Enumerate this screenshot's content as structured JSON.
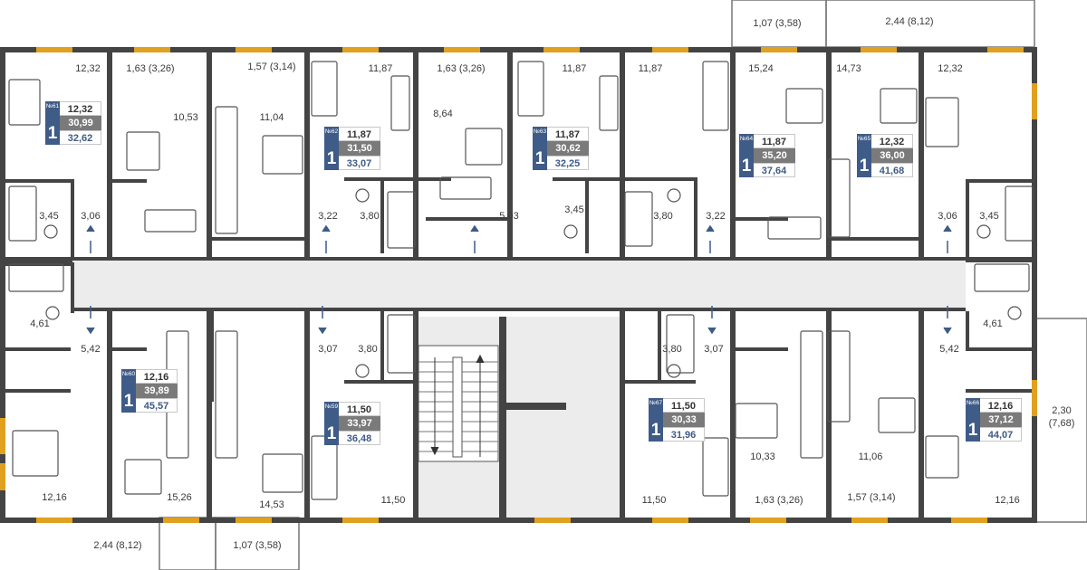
{
  "apartments": [
    {
      "no": "№61",
      "rooms": "1",
      "living": "12,32",
      "total": "30,99",
      "area_with_balcony": "32,62"
    },
    {
      "no": "№62",
      "rooms": "1",
      "living": "11,87",
      "total": "31,50",
      "area_with_balcony": "33,07"
    },
    {
      "no": "№63",
      "rooms": "1",
      "living": "11,87",
      "total": "30,62",
      "area_with_balcony": "32,25"
    },
    {
      "no": "№64",
      "rooms": "1",
      "living": "11,87",
      "total": "35,20",
      "area_with_balcony": "37,64"
    },
    {
      "no": "№65",
      "rooms": "1",
      "living": "12,32",
      "total": "36,00",
      "area_with_balcony": "41,68"
    },
    {
      "no": "№60",
      "rooms": "1",
      "living": "12,16",
      "total": "39,89",
      "area_with_balcony": "45,57"
    },
    {
      "no": "№59",
      "rooms": "1",
      "living": "11,50",
      "total": "33,97",
      "area_with_balcony": "36,48"
    },
    {
      "no": "№67",
      "rooms": "1",
      "living": "11,50",
      "total": "30,33",
      "area_with_balcony": "31,96"
    },
    {
      "no": "№66",
      "rooms": "1",
      "living": "12,16",
      "total": "37,12",
      "area_with_balcony": "44,07"
    }
  ],
  "room_areas": [
    "12,32",
    "1,63 (3,26)",
    "10,53",
    "1,57 (3,14)",
    "11,04",
    "11,87",
    "1,63 (3,26)",
    "8,64",
    "11,87",
    "11,87",
    "15,24",
    "14,73",
    "12,32",
    "1,07 (3,58)",
    "2,44 (8,12)",
    "3,45",
    "3,06",
    "3,22",
    "3,80",
    "5,03",
    "3,45",
    "3,80",
    "3,22",
    "3,06",
    "3,45",
    "4,61",
    "5,42",
    "3,07",
    "3,80",
    "3,80",
    "3,07",
    "5,42",
    "4,61",
    "12,16",
    "15,26",
    "14,53",
    "11,50",
    "11,50",
    "10,33",
    "1,63 (3,26)",
    "11,06",
    "1,57 (3,14)",
    "12,16",
    "2,44 (8,12)",
    "1,07 (3,58)",
    "2,30",
    "(7,68)"
  ],
  "colors": {
    "wall": "#444444",
    "window": "#e0a020",
    "corridor": "#ececec",
    "card_accent": "#3f5b87",
    "card_gray": "#7a7a7a",
    "fixture": "#555555"
  }
}
